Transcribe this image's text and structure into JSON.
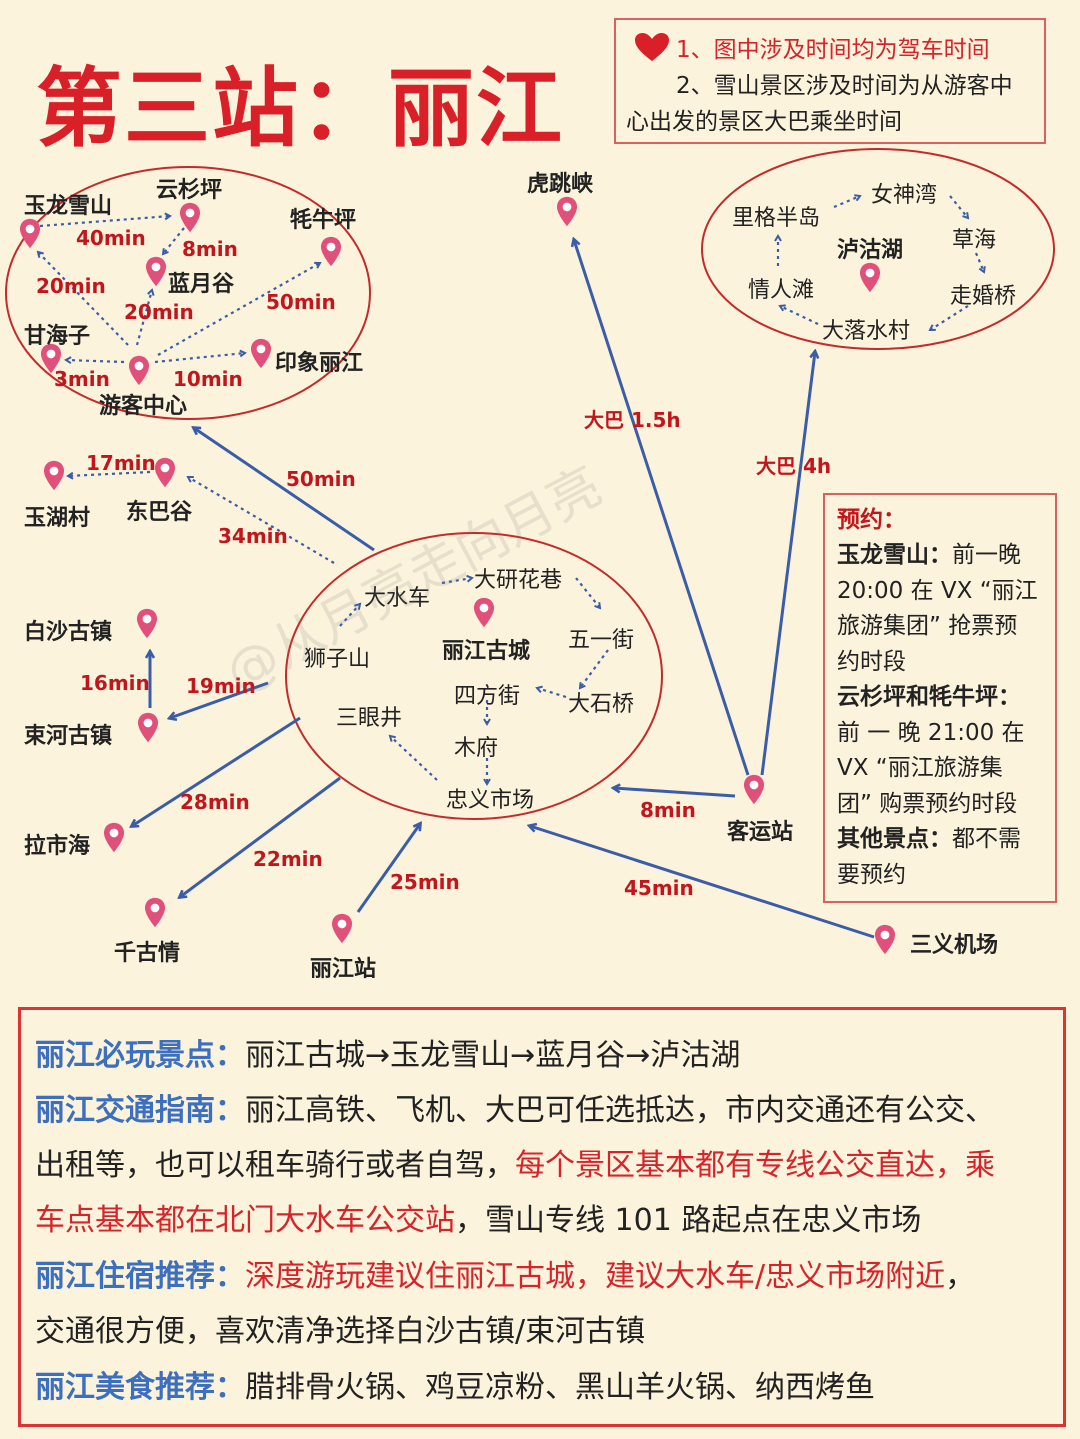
{
  "title": "第三站：丽江",
  "notes": {
    "line1": "1、图中涉及时间均为驾车时间",
    "line2a": "2、雪山景区涉及时间为从游客中",
    "line2b": "心出发的景区大巴乘坐时间",
    "heart_color": "#d91f27"
  },
  "snow_mountain_area": {
    "places": [
      "玉龙雪山",
      "云杉坪",
      "牦牛坪",
      "蓝月谷",
      "甘海子",
      "印象丽江",
      "游客中心"
    ],
    "times": [
      "40min",
      "8min",
      "20min",
      "20min",
      "50min",
      "3min",
      "10min"
    ]
  },
  "lugu_lake_area": {
    "places": [
      "女神湾",
      "里格半岛",
      "草海",
      "泸沽湖",
      "情人滩",
      "走婚桥",
      "大落水村"
    ]
  },
  "old_town_area": {
    "places": [
      "大研花巷",
      "大水车",
      "五一街",
      "狮子山",
      "丽江古城",
      "四方街",
      "大石桥",
      "三眼井",
      "木府",
      "忠义市场"
    ]
  },
  "other_places": [
    "虎跳峡",
    "玉湖村",
    "东巴谷",
    "白沙古镇",
    "束河古镇",
    "拉市海",
    "千古情",
    "丽江站",
    "客运站",
    "三义机场"
  ],
  "routes": {
    "hutiaoxia": "大巴 1.5h",
    "lugu": "大巴 4h",
    "snow": "50min",
    "dongbagu": "34min",
    "yuhu": "17min",
    "baisha": "16min",
    "shuhe": "19min",
    "lashihai": "28min",
    "qianguqing": "22min",
    "station": "25min",
    "bus_station": "8min",
    "airport": "45min"
  },
  "reservation": {
    "title": "预约：",
    "l1a": "玉龙雪山：",
    "l1b": "前一晚",
    "l2": "20:00 在 VX “丽江",
    "l3": "旅游集团” 抢票预",
    "l4": "约时段",
    "l5": "云杉坪和牦牛坪：",
    "l6": "前 一 晚  21:00  在",
    "l7": "VX  “丽江旅游集",
    "l8": "团” 购票预约时段",
    "l9a": "其他景点：",
    "l9b": "都不需",
    "l10": "要预约"
  },
  "watermark": "@从月亮走向月亮",
  "guide": {
    "must_label": "丽江必玩景点：",
    "must_text": "丽江古城→玉龙雪山→蓝月谷→泸沽湖",
    "traffic_label": "丽江交通指南：",
    "traffic_1": "丽江高铁、飞机、大巴可任选抵达，市内交通还有公交、",
    "traffic_2a": "出租等，也可以租车骑行或者自驾，",
    "traffic_2b": "每个景区基本都有专线公交直达，乘",
    "traffic_3a": "车点基本都在北门大水车公交站",
    "traffic_3b": "，雪山专线 101 路起点在忠义市场",
    "stay_label": "丽江住宿推荐：",
    "stay_red": "深度游玩建议住丽江古城，建议大水车/忠义市场附近",
    "stay_tail": "，",
    "stay_2": "交通很方便，喜欢清净选择白沙古镇/束河古镇",
    "food_label": "丽江美食推荐：",
    "food_text": "腊排骨火锅、鸡豆凉粉、黑山羊火锅、纳西烤鱼"
  },
  "colors": {
    "accent_red": "#d91f27",
    "route_blue": "#3b5da8",
    "label_blue": "#3d6fc1",
    "pin": "#e0507a"
  }
}
